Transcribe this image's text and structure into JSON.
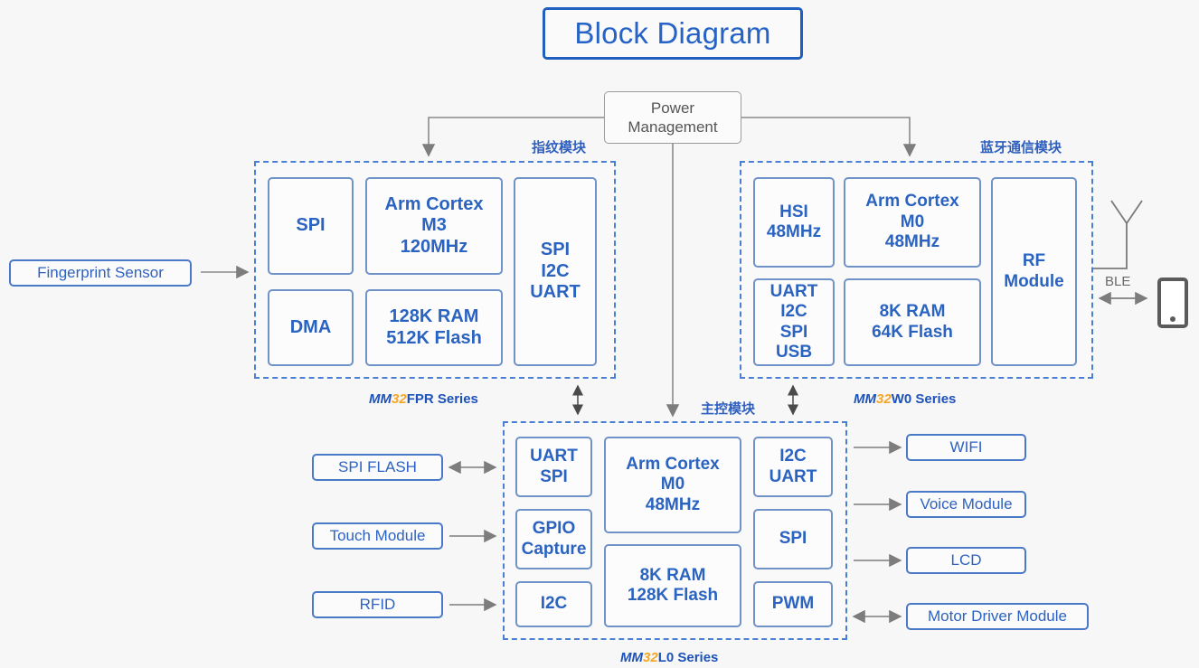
{
  "title": "Block Diagram",
  "colors": {
    "accent_blue": "#2563c7",
    "box_border": "#6f92c9",
    "dash_border": "#4a7fd1",
    "orange": "#f5a623",
    "gray_line": "#8a8a8a",
    "background": "#f7f7f7"
  },
  "power": {
    "line1": "Power",
    "line2": "Management"
  },
  "external": {
    "fingerprint_sensor": "Fingerprint Sensor",
    "ble_label": "BLE",
    "antenna_icon": "antenna-icon",
    "phone_icon": "smartphone-icon"
  },
  "modules": {
    "fingerprint": {
      "cn_label": "指纹模块",
      "series": {
        "mm": "MM",
        "num": "32",
        "rest": "FPR Series"
      },
      "blocks": [
        {
          "name": "spi",
          "text": "SPI"
        },
        {
          "name": "dma",
          "text": "DMA"
        },
        {
          "name": "core",
          "text": "Arm Cortex\nM3\n120MHz"
        },
        {
          "name": "memory",
          "text": "128K RAM\n512K Flash"
        },
        {
          "name": "interfaces",
          "text": "SPI\nI2C\nUART"
        }
      ]
    },
    "bluetooth": {
      "cn_label": "蓝牙通信模块",
      "series": {
        "mm": "MM",
        "num": "32",
        "rest": "W0 Series"
      },
      "blocks": [
        {
          "name": "hsi",
          "text": "HSI\n48MHz"
        },
        {
          "name": "interfaces",
          "text": "UART\nI2C\nSPI\nUSB"
        },
        {
          "name": "core",
          "text": "Arm Cortex\nM0\n48MHz"
        },
        {
          "name": "memory",
          "text": "8K RAM\n64K Flash"
        },
        {
          "name": "rf",
          "text": "RF\nModule"
        }
      ]
    },
    "main": {
      "cn_label": "主控模块",
      "series": {
        "mm": "MM",
        "num": "32",
        "rest": "L0 Series"
      },
      "blocks": [
        {
          "name": "uart-spi",
          "text": "UART\nSPI"
        },
        {
          "name": "gpio-capture",
          "text": "GPIO\nCapture"
        },
        {
          "name": "i2c-left",
          "text": "I2C"
        },
        {
          "name": "core",
          "text": "Arm Cortex\nM0\n48MHz"
        },
        {
          "name": "memory",
          "text": "8K RAM\n128K Flash"
        },
        {
          "name": "i2c-uart",
          "text": "I2C\nUART"
        },
        {
          "name": "spi-right",
          "text": "SPI"
        },
        {
          "name": "pwm",
          "text": "PWM"
        }
      ]
    }
  },
  "peripherals": {
    "left": [
      {
        "name": "spi-flash",
        "label": "SPI FLASH",
        "arrow": "bidirectional"
      },
      {
        "name": "touch-module",
        "label": "Touch Module",
        "arrow": "to-module"
      },
      {
        "name": "rfid",
        "label": "RFID",
        "arrow": "to-module"
      }
    ],
    "right": [
      {
        "name": "wifi",
        "label": "WIFI",
        "arrow": "from-module"
      },
      {
        "name": "voice-module",
        "label": "Voice Module",
        "arrow": "from-module"
      },
      {
        "name": "lcd",
        "label": "LCD",
        "arrow": "from-module"
      },
      {
        "name": "motor-driver-module",
        "label": "Motor Driver Module",
        "arrow": "bidirectional"
      }
    ]
  }
}
